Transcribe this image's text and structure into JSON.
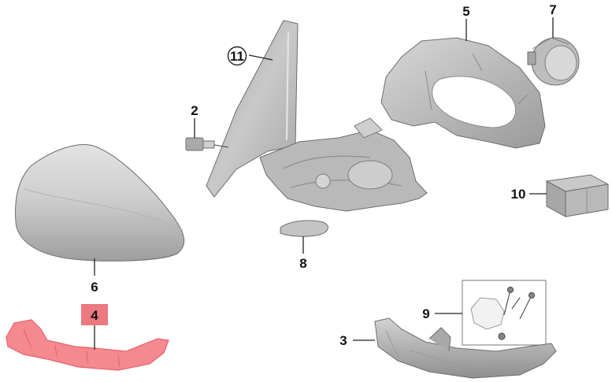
{
  "parts": [
    {
      "number": "11",
      "name": "mirror-glass",
      "circled": true
    },
    {
      "number": "2",
      "name": "connector"
    },
    {
      "number": "5",
      "name": "mirror-housing-frame"
    },
    {
      "number": "7",
      "name": "adjustment-motor"
    },
    {
      "number": "6",
      "name": "mirror-cap-cover"
    },
    {
      "number": "10",
      "name": "module-box"
    },
    {
      "number": "8",
      "name": "cover-plate"
    },
    {
      "number": "4",
      "name": "turn-signal-indicator",
      "highlighted": true
    },
    {
      "number": "9",
      "name": "screw-kit"
    },
    {
      "number": "3",
      "name": "lower-trim"
    }
  ],
  "colors": {
    "highlight": "#e8626a",
    "highlight_fill": "#f4898f",
    "part_grey": "#bfbfbf",
    "line": "#222222"
  }
}
